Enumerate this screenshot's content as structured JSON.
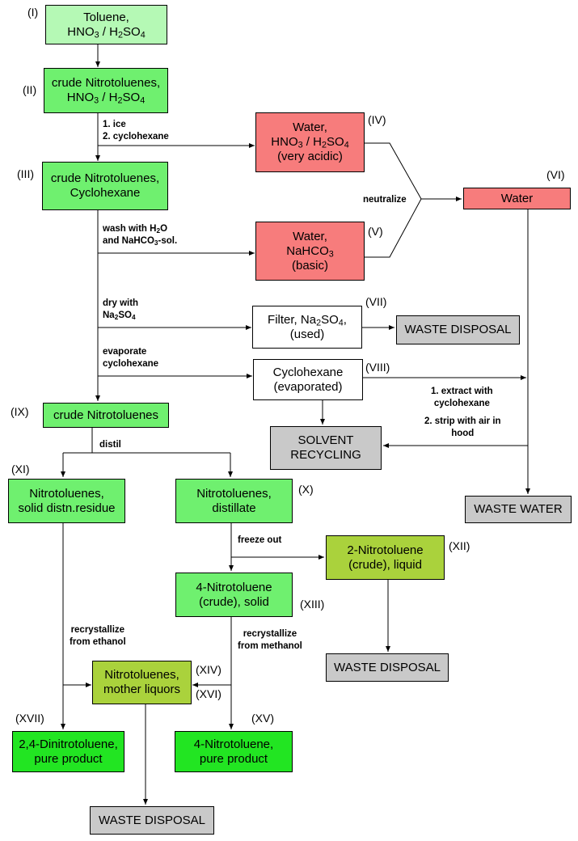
{
  "boxes": {
    "I": {
      "lines": [
        "Toluene,",
        "HNO<sub>3</sub> / H<sub>2</sub>SO<sub>4</sub>"
      ],
      "roman": "(I)",
      "color": "#b5f9b5"
    },
    "II": {
      "lines": [
        "crude Nitrotoluenes,",
        "HNO<sub>3</sub> / H<sub>2</sub>SO<sub>4</sub>"
      ],
      "roman": "(II)",
      "color": "#6ff06f"
    },
    "III": {
      "lines": [
        "crude Nitrotoluenes,",
        "Cyclohexane"
      ],
      "roman": "(III)",
      "color": "#6ff06f"
    },
    "IV": {
      "lines": [
        "Water,",
        "HNO<sub>3</sub> / H<sub>2</sub>SO<sub>4</sub>",
        "(very acidic)"
      ],
      "roman": "(IV)",
      "color": "#f77c7c"
    },
    "V": {
      "lines": [
        "Water,",
        "NaHCO<sub>3</sub>",
        "(basic)"
      ],
      "roman": "(V)",
      "color": "#f77c7c"
    },
    "VI": {
      "lines": [
        "Water"
      ],
      "roman": "(VI)",
      "color": "#f77c7c"
    },
    "VII": {
      "lines": [
        "Filter, Na<sub>2</sub>SO<sub>4</sub>,",
        "(used)"
      ],
      "roman": "(VII)",
      "color": "#ffffff"
    },
    "VIII": {
      "lines": [
        "Cyclohexane",
        "(evaporated)"
      ],
      "roman": "(VIII)",
      "color": "#ffffff"
    },
    "IX": {
      "lines": [
        "crude Nitrotoluenes"
      ],
      "roman": "(IX)",
      "color": "#6ff06f"
    },
    "X": {
      "lines": [
        "Nitrotoluenes,",
        "distillate"
      ],
      "roman": "(X)",
      "color": "#6ff06f"
    },
    "XI": {
      "lines": [
        "Nitrotoluenes,",
        "solid distn.residue"
      ],
      "roman": "(XI)",
      "color": "#6ff06f"
    },
    "XII": {
      "lines": [
        "2-Nitrotoluene",
        "(crude), liquid"
      ],
      "roman": "(XII)",
      "color": "#aad23c"
    },
    "XIII": {
      "lines": [
        "4-Nitrotoluene",
        "(crude), solid"
      ],
      "roman": "(XIII)",
      "color": "#6ff06f"
    },
    "XIV": {
      "lines": [
        "Nitrotoluenes,",
        "mother liquors"
      ],
      "roman": "(XIV)",
      "roman2": "(XVI)",
      "color": "#aad23c"
    },
    "XV": {
      "lines": [
        "4-Nitrotoluene,",
        "pure product"
      ],
      "roman": "(XV)",
      "color": "#22e522"
    },
    "XVII": {
      "lines": [
        "2,4-Dinitrotoluene,",
        "pure product"
      ],
      "roman": "(XVII)",
      "color": "#22e522"
    },
    "WD1": {
      "lines": [
        "WASTE DISPOSAL"
      ],
      "color": "#c9c9c9"
    },
    "SR": {
      "lines": [
        "SOLVENT",
        "RECYCLING"
      ],
      "color": "#c9c9c9"
    },
    "WW": {
      "lines": [
        "WASTE WATER"
      ],
      "color": "#c9c9c9"
    },
    "WD2": {
      "lines": [
        "WASTE DISPOSAL"
      ],
      "color": "#c9c9c9"
    },
    "WD3": {
      "lines": [
        "WASTE DISPOSAL"
      ],
      "color": "#c9c9c9"
    }
  },
  "labels": {
    "ice_cyclohexane": [
      "1. ice",
      "2. cyclohexane"
    ],
    "wash": [
      "wash with H<sub>2</sub>O",
      "and NaHCO<sub>3</sub>-sol."
    ],
    "neutralize": [
      "neutralize"
    ],
    "dry": [
      "dry with",
      "Na<sub>2</sub>SO<sub>4</sub>"
    ],
    "evaporate": [
      "evaporate",
      "cyclohexane"
    ],
    "extract": [
      "1. extract with",
      "cyclohexane"
    ],
    "strip": [
      "2. strip with air in",
      "hood"
    ],
    "distil": [
      "distil"
    ],
    "freeze": [
      "freeze out"
    ],
    "recryst_ethanol": [
      "recrystallize",
      "from ethanol"
    ],
    "recryst_methanol": [
      "recrystallize",
      "from methanol"
    ]
  }
}
